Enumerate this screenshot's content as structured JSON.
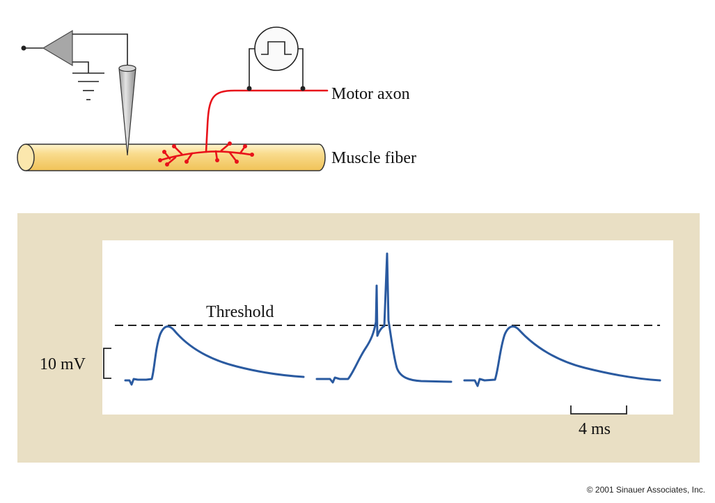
{
  "labels": {
    "motor_axon": "Motor axon",
    "muscle_fiber": "Muscle fiber",
    "threshold": "Threshold",
    "voltage_scale": "10 mV",
    "time_scale": "4 ms"
  },
  "copyright": "© 2001 Sinauer Associates, Inc.",
  "colors": {
    "panel_background": "#e9dfc4",
    "fiber_fill": "#f7d584",
    "axon": "#e8121a",
    "trace": "#2a5aa0"
  },
  "icons": [
    "amplifier-icon",
    "ground-icon",
    "electrode-icon",
    "stimulator-icon"
  ]
}
